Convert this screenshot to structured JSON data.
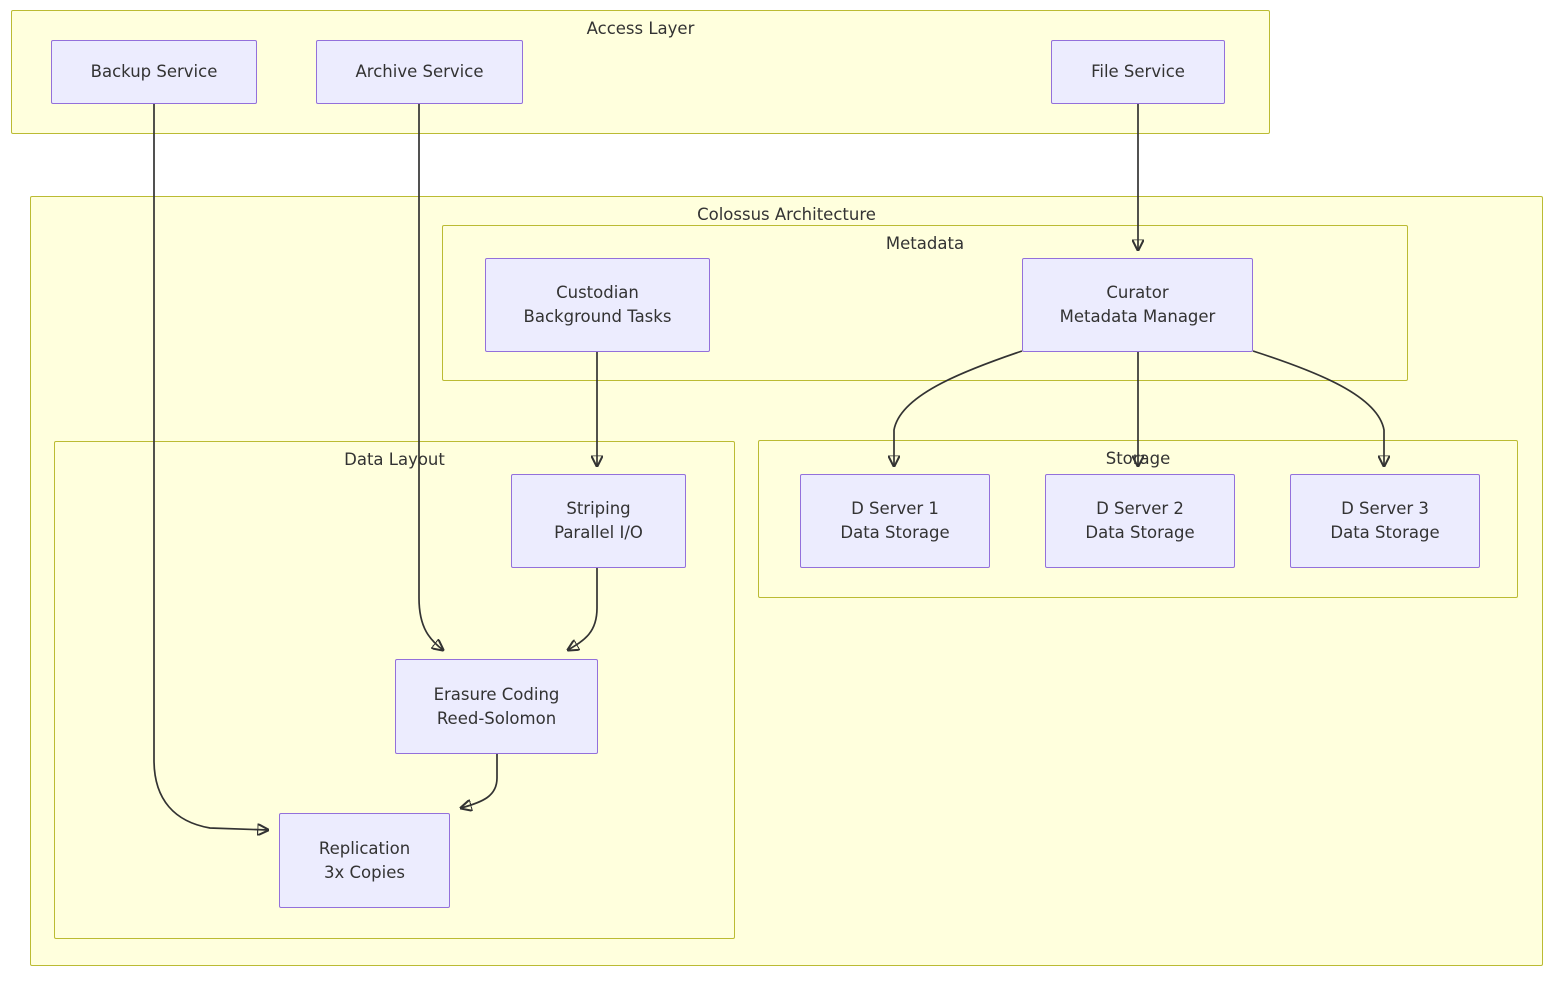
{
  "diagram": {
    "type": "flowchart",
    "title": "Colossus Architecture",
    "clusters": [
      {
        "id": "access-layer",
        "label": "Access Layer"
      },
      {
        "id": "colossus-architecture",
        "label": "Colossus Architecture"
      },
      {
        "id": "metadata",
        "label": "Metadata"
      },
      {
        "id": "data-layout",
        "label": "Data Layout"
      },
      {
        "id": "storage",
        "label": "Storage"
      }
    ],
    "nodes": [
      {
        "id": "backup-service",
        "line1": "Backup Service",
        "line2": ""
      },
      {
        "id": "archive-service",
        "line1": "Archive Service",
        "line2": ""
      },
      {
        "id": "file-service",
        "line1": "File Service",
        "line2": ""
      },
      {
        "id": "custodian",
        "line1": "Custodian",
        "line2": "Background Tasks"
      },
      {
        "id": "curator",
        "line1": "Curator",
        "line2": "Metadata Manager"
      },
      {
        "id": "striping",
        "line1": "Striping",
        "line2": "Parallel I/O"
      },
      {
        "id": "erasure-coding",
        "line1": "Erasure Coding",
        "line2": "Reed-Solomon"
      },
      {
        "id": "replication",
        "line1": "Replication",
        "line2": "3x Copies"
      },
      {
        "id": "d-server-1",
        "line1": "D Server 1",
        "line2": "Data Storage"
      },
      {
        "id": "d-server-2",
        "line1": "D Server 2",
        "line2": "Data Storage"
      },
      {
        "id": "d-server-3",
        "line1": "D Server 3",
        "line2": "Data Storage"
      }
    ],
    "edges": [
      {
        "from": "file-service",
        "to": "curator",
        "arrow": true
      },
      {
        "from": "archive-service",
        "to": "erasure-coding",
        "arrow": true
      },
      {
        "from": "backup-service",
        "to": "replication",
        "arrow": true
      },
      {
        "from": "custodian",
        "to": "striping",
        "arrow": true
      },
      {
        "from": "striping",
        "to": "erasure-coding",
        "arrow": true
      },
      {
        "from": "erasure-coding",
        "to": "replication",
        "arrow": true
      },
      {
        "from": "curator",
        "to": "d-server-1",
        "arrow": true
      },
      {
        "from": "curator",
        "to": "d-server-2",
        "arrow": true
      },
      {
        "from": "curator",
        "to": "d-server-3",
        "arrow": true
      }
    ],
    "colors": {
      "cluster_fill": "#ffffdd",
      "cluster_stroke": "#bbbb33",
      "node_fill": "#ececfe",
      "node_stroke": "#9370db",
      "edge_stroke": "#333333",
      "text": "#333333",
      "background": "#ffffff"
    }
  }
}
